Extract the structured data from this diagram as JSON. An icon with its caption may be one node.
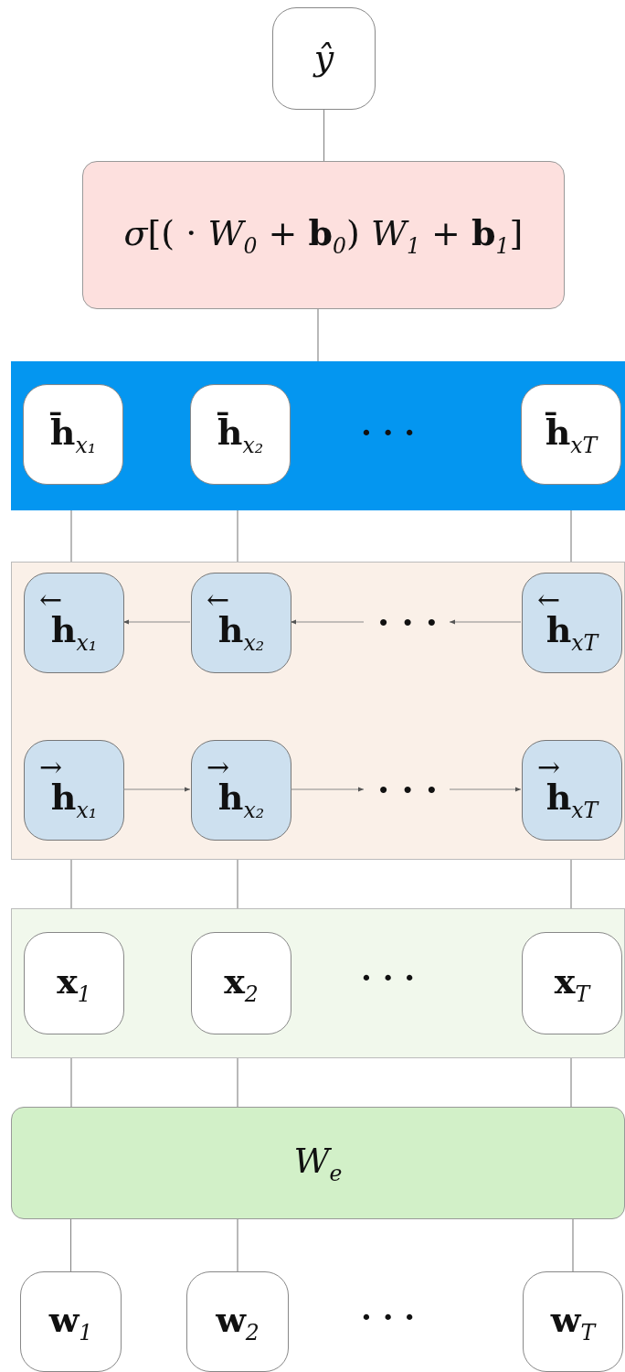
{
  "diagram": {
    "nodes": [
      {
        "text": [
          "ŷ"
        ]
      },
      {
        "text": [
          "*σ*[( · *W*$_{0}$ + **b**$_{0}$) *W*$_{1}$ + **b**$_{1}$]"
        ]
      },
      {
        "text": [],
        "shape": "box"
      },
      {
        "text": [
          "**h̄**$_{x₁}$"
        ],
        "in": 2
      },
      {
        "text": [
          "**h̄**$_{x₂}$"
        ],
        "in": 2
      },
      {
        "text": [
          "**h̄**$_{x}$$_{T}$"
        ],
        "in": 2
      },
      {
        "text": [],
        "shape": "box"
      },
      {
        "text": [
          "←",
          "**h**$_{x₁}$"
        ],
        "in": 6
      },
      {
        "text": [
          "←",
          "**h**$_{x₂}$"
        ],
        "in": 6
      },
      {
        "text": [
          "· · ·"
        ],
        "in": 6
      },
      {
        "text": [
          "←",
          "**h**$_{x}$$_{T}$"
        ],
        "in": 6
      },
      {
        "text": [
          "→",
          "**h**$_{x₁}$"
        ],
        "in": 6
      },
      {
        "text": [
          "→",
          "**h**$_{x₂}$"
        ],
        "in": 6
      },
      {
        "text": [
          "· · ·"
        ],
        "in": 6
      },
      {
        "text": [
          "→",
          "**h**$_{x}$$_{T}$"
        ],
        "in": 6
      },
      {
        "text": [],
        "shape": "box"
      },
      {
        "text": [
          "**x**$_{1}$"
        ],
        "in": 15
      },
      {
        "text": [
          "**x**$_{2}$"
        ],
        "in": 15
      },
      {
        "text": [
          "**x**$_{T}$"
        ],
        "in": 15
      },
      {
        "text": [
          "*W*$_{e}$"
        ]
      },
      {
        "text": [
          "**w**$_{1}$"
        ]
      },
      {
        "text": [
          "**w**$_{2}$"
        ]
      },
      {
        "text": [
          "**w**$_{T}$"
        ]
      }
    ],
    "edges": [
      {
        "from": 0,
        "to": 1,
        "arrow": "none"
      },
      {
        "from": 1,
        "to": 2,
        "arrow": "none"
      },
      {
        "from": 2,
        "to": 6,
        "arrow": "none"
      },
      {
        "from": 2,
        "to": 6,
        "arrow": "none"
      },
      {
        "from": 2,
        "to": 6,
        "arrow": "none"
      },
      {
        "from": 8,
        "to": 7,
        "arrow": "to"
      },
      {
        "from": 9,
        "to": 8,
        "arrow": "to"
      },
      {
        "from": 10,
        "to": 9,
        "arrow": "to"
      },
      {
        "from": 11,
        "to": 12,
        "arrow": "to"
      },
      {
        "from": 12,
        "to": 13,
        "arrow": "to"
      },
      {
        "from": 13,
        "to": 14,
        "arrow": "to"
      },
      {
        "from": 6,
        "to": 15,
        "arrow": "none"
      },
      {
        "from": 6,
        "to": 15,
        "arrow": "none"
      },
      {
        "from": 6,
        "to": 15,
        "arrow": "none"
      },
      {
        "from": 15,
        "to": 19,
        "arrow": "none"
      },
      {
        "from": 15,
        "to": 19,
        "arrow": "none"
      },
      {
        "from": 15,
        "to": 19,
        "arrow": "none"
      },
      {
        "from": 19,
        "to": 20,
        "arrow": "none"
      },
      {
        "from": 19,
        "to": 21,
        "arrow": "none"
      },
      {
        "from": 19,
        "to": 22,
        "arrow": "none"
      }
    ],
    "labels": [
      "· · ·",
      "· · ·",
      "· · ·"
    ]
  }
}
